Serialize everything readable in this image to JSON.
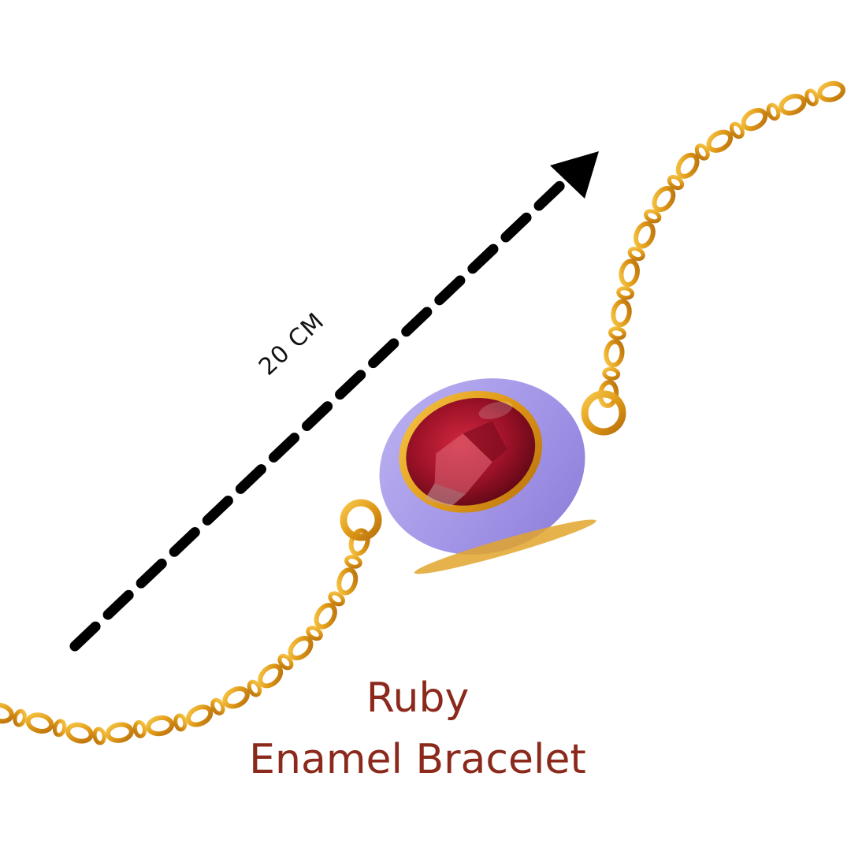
{
  "measurement": {
    "label": "20 CM"
  },
  "product": {
    "title_line1": "Ruby",
    "title_line2": "Enamel Bracelet"
  },
  "colors": {
    "text": "#8b2a1c",
    "chain": "#e3a21f",
    "enamel": "#a69ae8",
    "stone": "#a0142e"
  }
}
